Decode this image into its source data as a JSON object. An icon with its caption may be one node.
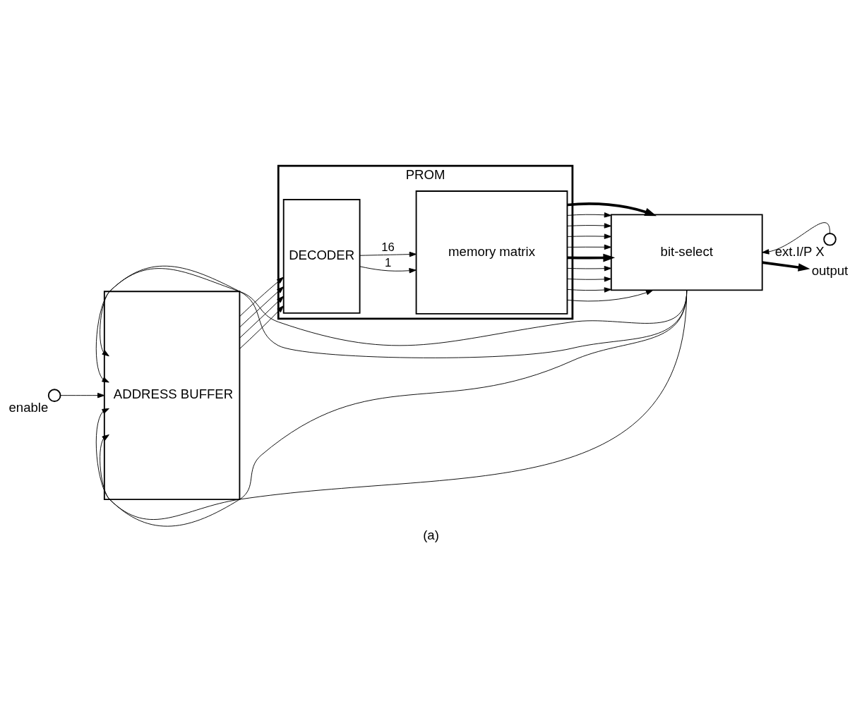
{
  "diagram": {
    "caption": "(a)",
    "nodes": [
      {
        "text": [],
        "shape": "circle",
        "beside": [
          "enable"
        ]
      },
      {
        "text": [
          "ADDRESS BUFFER"
        ]
      },
      {
        "text": [
          "PROM"
        ]
      },
      {
        "text": [
          "DECODER"
        ],
        "in": 2
      },
      {
        "text": [
          "memory matrix"
        ],
        "in": 2
      },
      {
        "text": [
          "bit-select"
        ]
      },
      {
        "text": [],
        "shape": "circle",
        "beside": [
          "ext.I/P X"
        ]
      },
      {
        "text": [
          "output"
        ]
      }
    ],
    "edges": [
      {
        "from": 0,
        "to": 1,
        "arrow": "to"
      },
      {
        "from": 1,
        "to": 3,
        "arrow": "to"
      },
      {
        "from": 1,
        "to": 3,
        "arrow": "to"
      },
      {
        "from": 1,
        "to": 3,
        "arrow": "to"
      },
      {
        "from": 1,
        "to": 3,
        "arrow": "to"
      },
      {
        "from": 3,
        "to": 4,
        "arrow": "to",
        "label": "1"
      },
      {
        "from": 3,
        "to": 4,
        "arrow": "to",
        "label": "16"
      },
      {
        "from": 4,
        "to": 5,
        "arrow": "to"
      },
      {
        "from": 4,
        "to": 5,
        "arrow": "to"
      },
      {
        "from": 4,
        "to": 5,
        "arrow": "to"
      },
      {
        "from": 4,
        "to": 5,
        "arrow": "to"
      },
      {
        "from": 4,
        "to": 5,
        "arrow": "to",
        "style": "thick"
      },
      {
        "from": 4,
        "to": 5,
        "arrow": "to"
      },
      {
        "from": 4,
        "to": 5,
        "arrow": "to"
      },
      {
        "from": 4,
        "to": 5,
        "arrow": "to"
      },
      {
        "from": 4,
        "to": 5,
        "arrow": "to"
      },
      {
        "from": 4,
        "to": 5,
        "arrow": "to",
        "style": "thick"
      },
      {
        "from": 5,
        "to": 1,
        "arrow": "to"
      },
      {
        "from": 5,
        "to": 1,
        "arrow": "to"
      },
      {
        "from": 5,
        "to": 1,
        "arrow": "to"
      },
      {
        "from": 5,
        "to": 1,
        "arrow": "to"
      },
      {
        "from": 6,
        "to": 5,
        "arrow": "to"
      },
      {
        "from": 5,
        "to": 7,
        "arrow": "to",
        "style": "thick"
      }
    ]
  }
}
